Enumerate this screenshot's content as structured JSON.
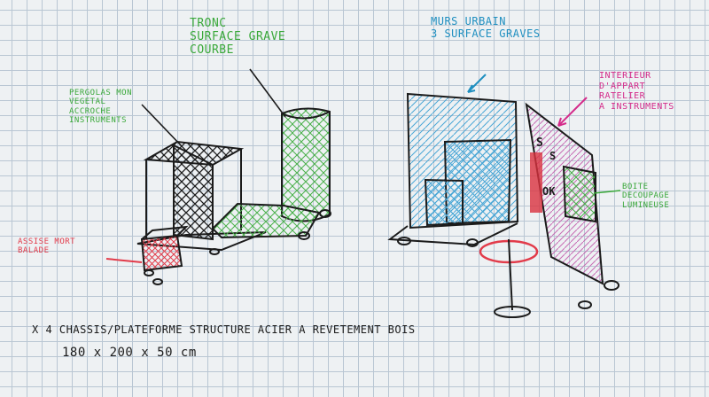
{
  "labels": {
    "tronc": "TRONC\nSURFACE GRAVE\nCOURBE",
    "pergolas": "PERGOLAS MON\nVEGETAL\nACCROCHE\nINSTRUMENTS",
    "murs": "MURS URBAIN\n3 SURFACE GRAVES",
    "interieur": "INTERIEUR\nD'APPART\nRATELIER\nA INSTRUMENTS",
    "boite": "BOITE\nDECOUPAGE\nLUMINEUSE",
    "assise": "ASSISE MORT\nBALADE",
    "bottom_line1": "X 4 CHASSIS/PLATEFORME STRUCTURE ACIER A REVETEMENT BOIS",
    "bottom_line2": "180 x 200 x 50 cm"
  },
  "colors": {
    "green": "#3aa83a",
    "blue": "#1f8fc0",
    "magenta": "#d42a8a",
    "red": "#e23b4a",
    "ink": "#1b1b1b"
  }
}
